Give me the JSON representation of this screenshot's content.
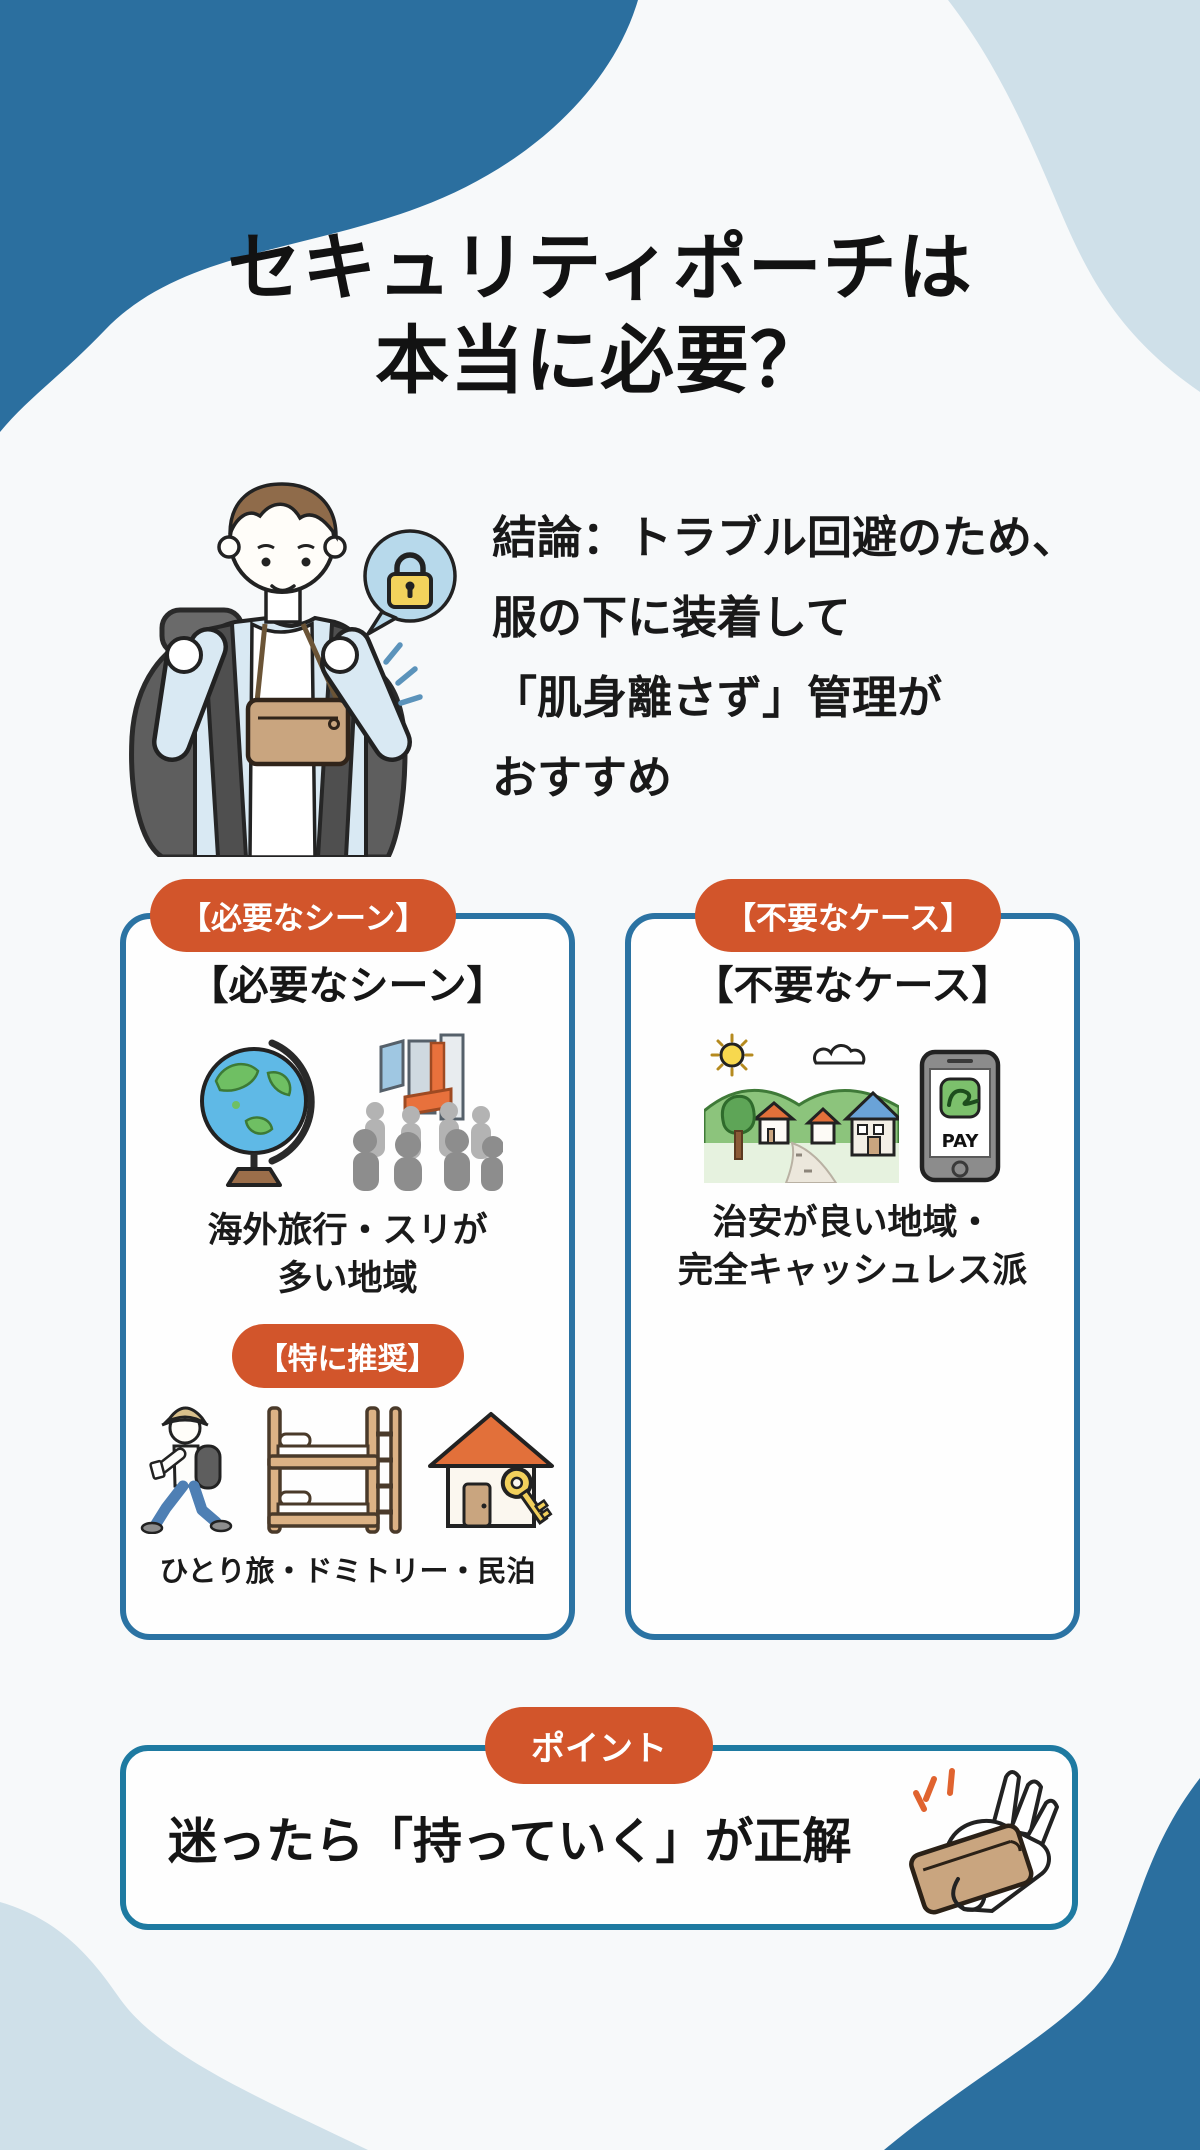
{
  "title": {
    "line1": "セキュリティポーチは",
    "line2": "本当に必要？"
  },
  "conclusion": {
    "lines": [
      "結論：トラブル回避のため、",
      "服の下に装着して",
      "「肌身離さず」管理が",
      "おすすめ"
    ]
  },
  "cards": {
    "needed": {
      "badge": "【必要なシーン】",
      "heading": "【必要なシーン】",
      "scene1_line1": "海外旅行・スリが",
      "scene1_line2": "多い地域",
      "sub_badge": "【特に推奨】",
      "scene2_text": "ひとり旅・ドミトリー・民泊",
      "icons": [
        "globe-icon",
        "crowd-icon",
        "solo-traveler-icon",
        "bunk-bed-icon",
        "house-key-icon"
      ]
    },
    "not_needed": {
      "badge": "【不要なケース】",
      "heading": "【不要なケース】",
      "text_line1": "治安が良い地域・",
      "text_line2": "完全キャッシュレス派",
      "phone_label": "PAY",
      "icons": [
        "safe-town-icon",
        "cashless-phone-icon"
      ]
    }
  },
  "point": {
    "badge": "ポイント",
    "text": "迷ったら「持っていく」が正解"
  },
  "hero_icons": {
    "person": "traveler-with-security-pouch-icon",
    "bubble": "lock-speech-bubble-icon",
    "wallet": "wallet-in-hand-icon"
  },
  "colors": {
    "primary_blue": "#2b6f9f",
    "light_blue": "#cfe0e9",
    "card_border_blue": "#2b73a3",
    "point_border_blue": "#1e7aa1",
    "accent_orange": "#d2552b",
    "text_dark": "#191919",
    "background": "#f7f9fa",
    "pouch_tan": "#c9a57f",
    "lock_yellow": "#f2d25c"
  }
}
